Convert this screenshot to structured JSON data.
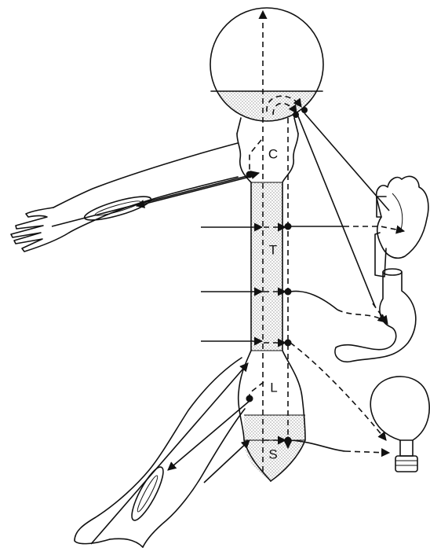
{
  "labels": {
    "cervical": "C",
    "thoracic": "T",
    "lumbar": "L",
    "sacral": "S"
  },
  "organs": {
    "heart": "heart-icon",
    "stomach": "stomach-icon",
    "bladder": "bladder-icon"
  },
  "colors": {
    "ink": "#111111",
    "stipple": "#999999",
    "background": "#ffffff"
  }
}
